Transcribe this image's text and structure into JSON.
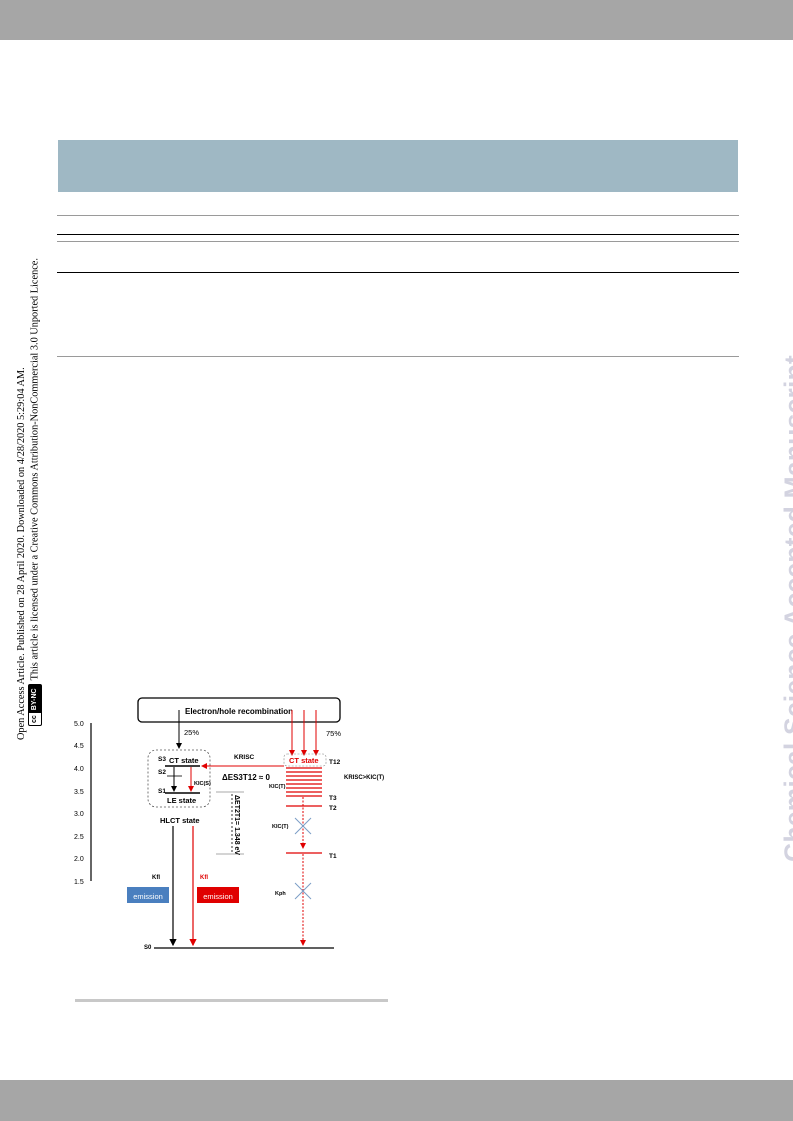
{
  "page": {
    "side_notice_line1": "Open Access Article. Published on 28 April 2020. Downloaded on 4/28/2020 5:29:04 AM.",
    "side_notice_line2": "This article is licensed under a Creative Commons Attribution-NonCommercial 3.0 Unported Licence.",
    "license_badge_cc": "cc",
    "license_badge_bync": "BY-NC",
    "watermark": "Chemical Science Accepted Manuscript"
  },
  "figure": {
    "top_box": "Electron/hole recombination",
    "pct_singlet": "25%",
    "pct_triplet": "75%",
    "axis_ticks": [
      "5.0",
      "4.5",
      "4.0",
      "3.5",
      "3.0",
      "2.5",
      "2.0",
      "1.5"
    ],
    "s3": "S3",
    "s2": "S2",
    "s1": "S1",
    "s0": "S0",
    "ct_state_left": "CT state",
    "le_state": "LE state",
    "hlct_state": "HLCT state",
    "kic_s": "KIC(S)",
    "krisc": "KRISC",
    "delta_e_s3t12": "ΔES3T12 ≈ 0",
    "delta_e_t2t1": "ΔET2T1= 1.348 eV",
    "ct_state_right": "CT state",
    "t12": "T12",
    "t3": "T3",
    "t2": "T2",
    "t1": "T1",
    "kic_t_upper": "KIC(T)",
    "kic_t_lower": "KIC(T)",
    "krisc_gt_kict": "KRISC>KIC(T)",
    "kfl": "Kfl",
    "kfl_red": "Kfl",
    "kph": "Kph",
    "emission_blue": "emission",
    "emission_red": "emission",
    "colors": {
      "red": "#e00000",
      "blue": "#4a7fbf",
      "black": "#000000",
      "cross": "#7a9cc6"
    }
  }
}
